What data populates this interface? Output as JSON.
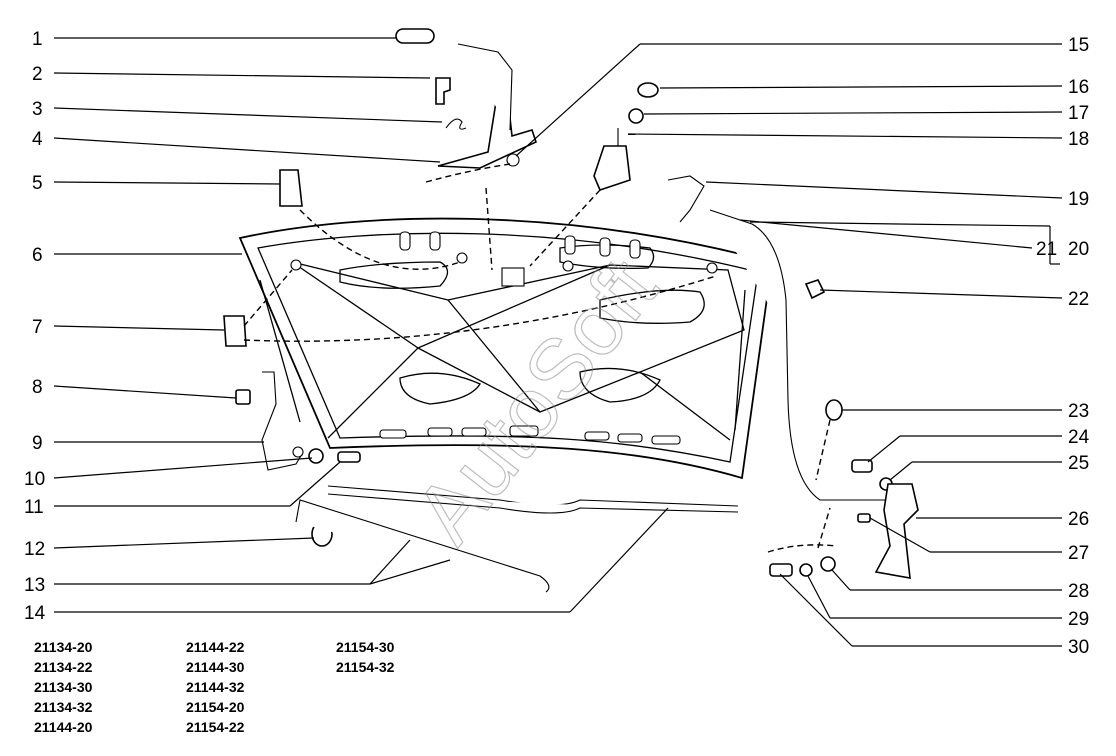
{
  "callouts": [
    {
      "id": "1"
    },
    {
      "id": "2"
    },
    {
      "id": "3"
    },
    {
      "id": "4"
    },
    {
      "id": "5"
    },
    {
      "id": "6"
    },
    {
      "id": "7"
    },
    {
      "id": "8"
    },
    {
      "id": "9"
    },
    {
      "id": "10"
    },
    {
      "id": "11"
    },
    {
      "id": "12"
    },
    {
      "id": "13"
    },
    {
      "id": "14"
    },
    {
      "id": "15"
    },
    {
      "id": "16"
    },
    {
      "id": "17"
    },
    {
      "id": "18"
    },
    {
      "id": "19"
    },
    {
      "id": "20"
    },
    {
      "id": "21"
    },
    {
      "id": "22"
    },
    {
      "id": "23"
    },
    {
      "id": "24"
    },
    {
      "id": "25"
    },
    {
      "id": "26"
    },
    {
      "id": "27"
    },
    {
      "id": "28"
    },
    {
      "id": "29"
    },
    {
      "id": "30"
    }
  ],
  "model_codes": {
    "col1": [
      "21134-20",
      "21134-22",
      "21134-30",
      "21134-32",
      "21144-20"
    ],
    "col2": [
      "21144-22",
      "21144-30",
      "21144-32",
      "21154-20",
      "21154-22"
    ],
    "col3": [
      "21154-30",
      "21154-32"
    ]
  },
  "watermark": "AutoSoft"
}
